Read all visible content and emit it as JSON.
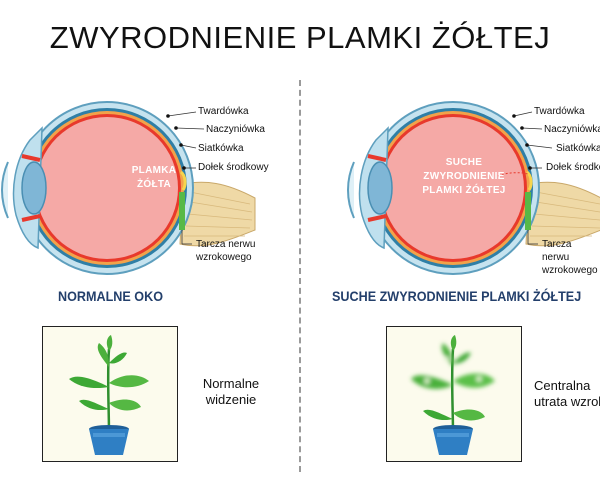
{
  "title": "ZWYRODNIENIE PLAMKI ŻÓŁTEJ",
  "left": {
    "labels": {
      "sclera": "Twardówka",
      "choroid": "Naczyniówka",
      "retina": "Siatkówka",
      "fovea": "Dołek środkowy",
      "optic_nerve_1": "Tarcza nerwu",
      "optic_nerve_2": "wzrokowego"
    },
    "inside_1": "PLAMKA",
    "inside_2": "ŻÓŁTA",
    "caption": "NORMALNE OKO",
    "vision_1": "Normalne",
    "vision_2": "widzenie"
  },
  "right": {
    "labels": {
      "sclera": "Twardówka",
      "choroid": "Naczyniówka",
      "retina": "Siatkówka",
      "fovea": "Dołek środkowy",
      "optic_nerve_1": "Tarcza nerwu",
      "optic_nerve_2": "wzrokowego"
    },
    "inside_1": "SUCHE",
    "inside_2": "ZWYRODNIENIE",
    "inside_3": "PLAMKI ŻÓŁTEJ",
    "caption": "SUCHE ZWYRODNIENIE PLAMKI ŻÓŁTEJ",
    "vision_1": "Centralna",
    "vision_2": "utrata wzroku"
  },
  "colors": {
    "caption": "#233f6b",
    "vitreous": "#f3a3a3",
    "retina_red": "#e8392c",
    "sclera_blue": "#b9dbe9",
    "nerve": "#efd9a6",
    "pot": "#2f7fc4",
    "leaf": "#3da835"
  }
}
